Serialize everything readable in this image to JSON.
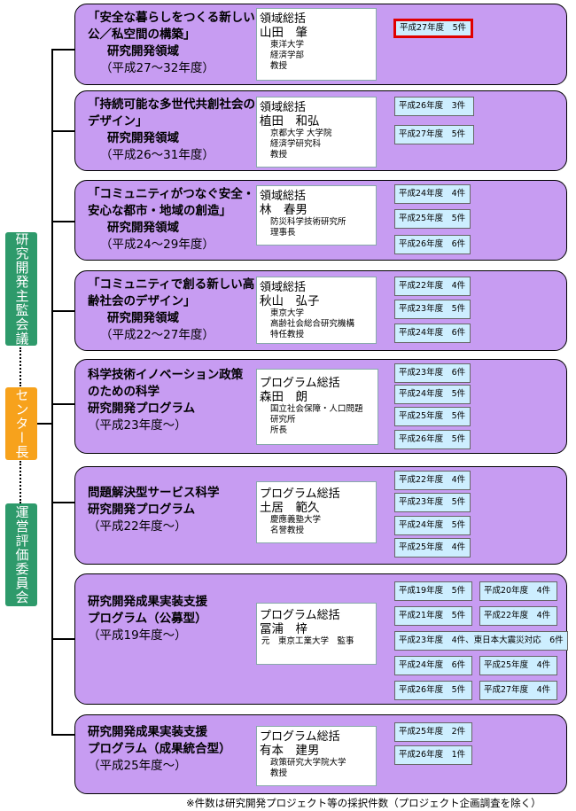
{
  "side_labels": {
    "supervision": "研究開発主監会議",
    "director": "センター長",
    "evaluation": "運営評価委員会"
  },
  "areas": [
    {
      "title": "「安全な暮らしをつくる新しい公／私空間の構築」",
      "kind": "研究開発領域",
      "period": "（平成27～32年度）",
      "leader": {
        "role": "領域総括",
        "name": "山田　肇",
        "affiliation": "東洋大学\n経済学部\n教授"
      },
      "badges": [
        "平成27年度　5件"
      ]
    },
    {
      "title": "「持続可能な多世代共創社会のデザイン」",
      "kind": "研究開発領域",
      "period": "（平成26～31年度）",
      "leader": {
        "role": "領域総括",
        "name": "植田　和弘",
        "affiliation": "京都大学 大学院\n経済学研究科\n教授"
      },
      "badges": [
        "平成26年度　3件",
        "平成27年度　5件"
      ]
    },
    {
      "title": "「コミュニティがつなぐ安全・安心な都市・地域の創造」",
      "kind": "研究開発領域",
      "period": "（平成24～29年度）",
      "leader": {
        "role": "領域総括",
        "name": "林　春男",
        "affiliation": "防災科学技術研究所\n理事長"
      },
      "badges": [
        "平成24年度　4件",
        "平成25年度　5件",
        "平成26年度　6件"
      ]
    },
    {
      "title": "「コミュニティで創る新しい高齢社会のデザイン」",
      "kind": "研究開発領域",
      "period": "（平成22～27年度）",
      "leader": {
        "role": "領域総括",
        "name": "秋山　弘子",
        "affiliation": "東京大学\n高齢社会総合研究機構\n特任教授"
      },
      "badges": [
        "平成22年度　4件",
        "平成23年度　5件",
        "平成24年度　6件"
      ]
    },
    {
      "title": "科学技術イノベーション政策のための科学",
      "kind": "研究開発プログラム",
      "period": "（平成23年度～）",
      "leader": {
        "role": "プログラム総括",
        "name": "森田　朗",
        "affiliation": "国立社会保障・人口問題\n研究所\n所長"
      },
      "badges": [
        "平成23年度　6件",
        "平成24年度　5件",
        "平成25年度　5件",
        "平成26年度　5件"
      ]
    },
    {
      "title": "問題解決型サービス科学",
      "kind": "研究開発プログラム",
      "period": "（平成22年度～）",
      "leader": {
        "role": "プログラム総括",
        "name": "土居　範久",
        "affiliation": "慶應義塾大学\n名誉教授"
      },
      "badges": [
        "平成22年度　4件",
        "平成23年度　5件",
        "平成24年度　5件",
        "平成25年度　4件"
      ]
    },
    {
      "title": "研究開発成果実装支援",
      "kind": "プログラム（公募型）",
      "period": "（平成19年度～）",
      "leader": {
        "role": "プログラム総括",
        "name": "冨浦　梓",
        "affiliation": "元　東京工業大学　監事"
      },
      "badges": [
        "平成19年度　5件",
        "平成20年度　4件",
        "平成21年度　5件",
        "平成22年度　4件",
        "平成23年度　4件、東日本大震災対応　6件",
        "平成24年度　6件",
        "平成25年度　4件",
        "平成26年度　5件",
        "平成27年度　4件"
      ]
    },
    {
      "title": "研究開発成果実装支援",
      "kind": "プログラム（成果統合型）",
      "period": "（平成25年度～）",
      "leader": {
        "role": "プログラム総括",
        "name": "有本　建男",
        "affiliation": "政策研究大学院大学\n教授"
      },
      "badges": [
        "平成25年度　2件",
        "平成26年度　1件"
      ]
    }
  ],
  "footnote": "※件数は研究開発プロジェクト等の採択件数（プロジェクト企画調査を除く）",
  "colors": {
    "panel": "#c79cf2",
    "badge": "#cdeeff",
    "side_green": "#2e9a6b",
    "side_orange": "#f7a21c",
    "highlight": "#e00000"
  }
}
